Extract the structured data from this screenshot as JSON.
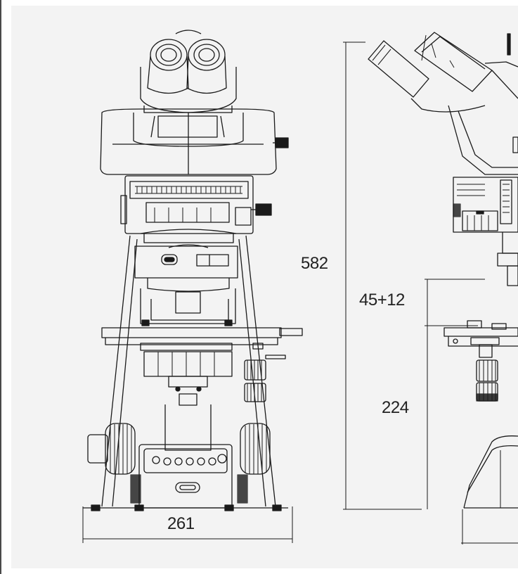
{
  "dimensions": {
    "height": "582",
    "stage_offset": "45+12",
    "stage_height": "224",
    "width": "261"
  },
  "colors": {
    "line": "#1a1a1a",
    "background": "#f3f3f3",
    "frame_edge": "#4a4a4a"
  },
  "views": [
    "front-view",
    "side-view"
  ]
}
